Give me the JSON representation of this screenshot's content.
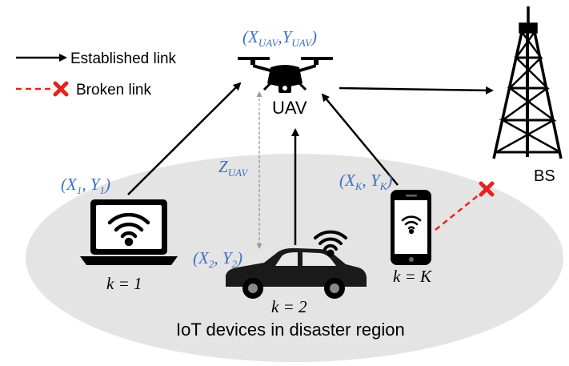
{
  "legend": {
    "established_label": "Established link",
    "broken_label": "Broken link"
  },
  "uav": {
    "label": "UAV",
    "coord_text": "(X_UAV, Y_UAV)",
    "coord_main_x": "(X",
    "coord_sub_x": "UAV",
    "coord_main_y": ",Y",
    "coord_sub_y": "UAV",
    "coord_close": ")",
    "altitude_main": "Z",
    "altitude_sub": "UAV"
  },
  "base_station": {
    "label": "BS"
  },
  "region": {
    "label": "IoT devices in disaster region"
  },
  "devices": [
    {
      "name": "laptop",
      "k_label": "k = 1",
      "coord_text": "(X_1, Y_1)",
      "x_main": "(X",
      "x_sub": "1",
      "y_main": ", Y",
      "y_sub": "1",
      "close": ")"
    },
    {
      "name": "car",
      "k_label": "k = 2",
      "coord_text": "(X_2, Y_2)",
      "x_main": "(X",
      "x_sub": "2",
      "y_main": ", Y",
      "y_sub": "2",
      "close": ")"
    },
    {
      "name": "phone",
      "k_label": "k = K",
      "coord_text": "(X_K, Y_K)",
      "x_main": "(X",
      "x_sub": "K",
      "y_main": ", Y",
      "y_sub": "K",
      "close": ")"
    }
  ],
  "colors": {
    "math_text": "#3f6fbf",
    "broken_link": "#e8231f",
    "region_fill": "#e4e4e4",
    "established_link": "#000000"
  },
  "icons": [
    "drone-icon",
    "cell-tower-icon",
    "laptop-icon",
    "car-icon",
    "smartphone-icon",
    "wifi-icon",
    "red-x-icon"
  ]
}
